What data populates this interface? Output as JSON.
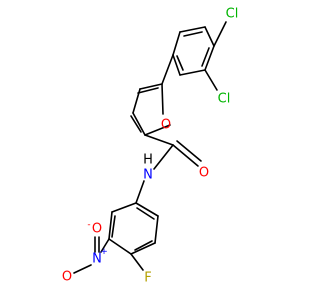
{
  "colors": {
    "bond": "#000000",
    "C": "#000000",
    "H": "#000000",
    "O": "#ff0000",
    "N": "#0000ff",
    "Cl": "#00b400",
    "F": "#b4a000"
  },
  "atoms": {
    "cl_top": {
      "text": "Cl",
      "element": "Cl"
    },
    "cl_mid": {
      "text": "Cl",
      "element": "Cl"
    },
    "o_furan": {
      "text": "O",
      "element": "O"
    },
    "o_carbonyl": {
      "text": "O",
      "element": "O"
    },
    "n_amide": {
      "text": "N",
      "element": "N"
    },
    "h_amide": {
      "text": "H",
      "element": "H"
    },
    "n_nitro": {
      "text": "N",
      "element": "N"
    },
    "n_nitro_charge": {
      "text": "+",
      "element": "N"
    },
    "o_nitro_top": {
      "text": "O",
      "element": "O"
    },
    "o_nitro_charge": {
      "text": "-",
      "element": "O"
    },
    "o_nitro_bottom": {
      "text": "O",
      "element": "O"
    },
    "f": {
      "text": "F",
      "element": "F"
    }
  }
}
